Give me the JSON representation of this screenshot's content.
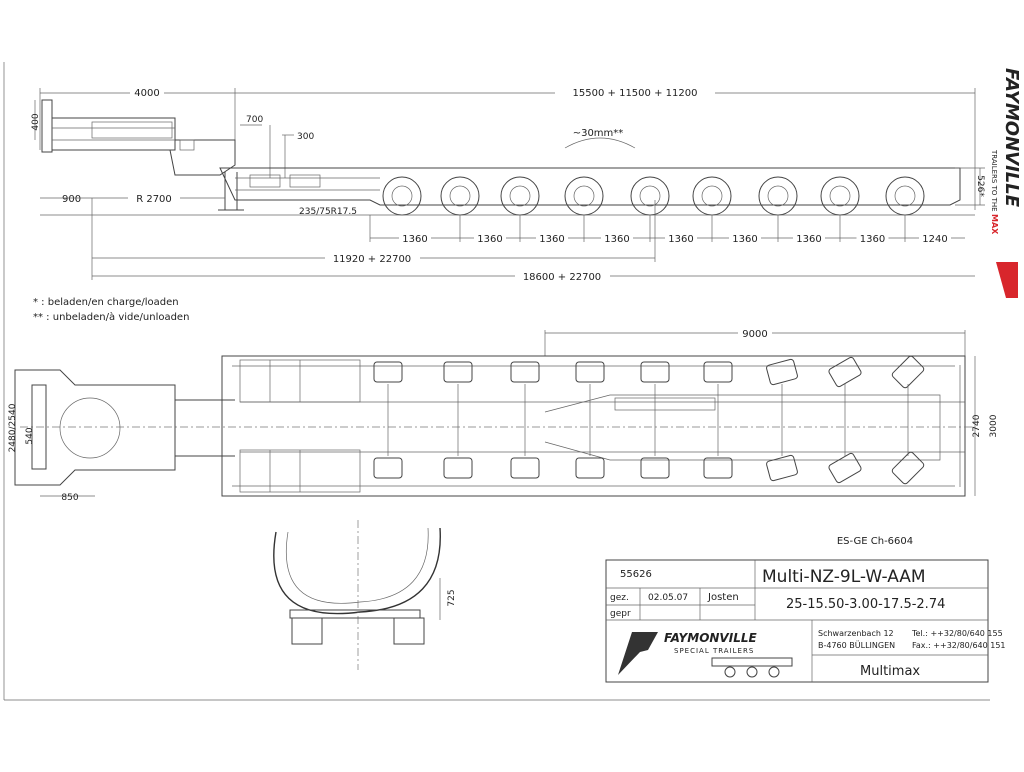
{
  "side_view": {
    "dims_top": {
      "front": "4000",
      "overall": "15500 + 11500 + 11200"
    },
    "dim_400": "400",
    "dim_700": "700",
    "dim_300": "300",
    "bend_note": "~30mm**",
    "dim_900": "900",
    "radius": "R 2700",
    "tyre": "235/75R17.5",
    "height_right": "526*",
    "axle_spacings": [
      "1360",
      "1360",
      "1360",
      "1360",
      "1360",
      "1360",
      "1360",
      "1360",
      "1240"
    ],
    "dim_lower_1": "11920 + 22700",
    "dim_lower_2": "18600 + 22700"
  },
  "legend": {
    "loaded": "* : beladen/en charge/loaden",
    "unloaded": "** : unbeladen/à vide/unloaden"
  },
  "top_view": {
    "dim_9000": "9000",
    "dim_2740": "2740",
    "dim_3000": "3000",
    "gooseneck_width": "2480/2540",
    "dim_540": "540",
    "dim_850": "850"
  },
  "section": {
    "dim_725": "725"
  },
  "code": "ES-GE Ch-6604",
  "title_block": {
    "drawing_no": "55626",
    "gez_label": "gez.",
    "gez_date": "02.05.07",
    "gez_name": "Josten",
    "gepr_label": "gepr",
    "model": "Multi-NZ-9L-W-AAM",
    "spec": "25-15.50-3.00-17.5-2.74",
    "brand": "FAYMONVILLE",
    "brand_sub": "SPECIAL TRAILERS",
    "address_1": "Schwarzenbach 12",
    "address_2": "B-4760 BÜLLINGEN",
    "tel": "Tel.: ++32/80/640 155",
    "fax": "Fax.: ++32/80/640 151",
    "product": "Multimax"
  },
  "side_brand": {
    "name": "FAYMONVILLE",
    "tagline": "TRAILERS TO THE",
    "accent": "MAX"
  },
  "colors": {
    "line": "#444444",
    "accent": "#d8262c"
  }
}
